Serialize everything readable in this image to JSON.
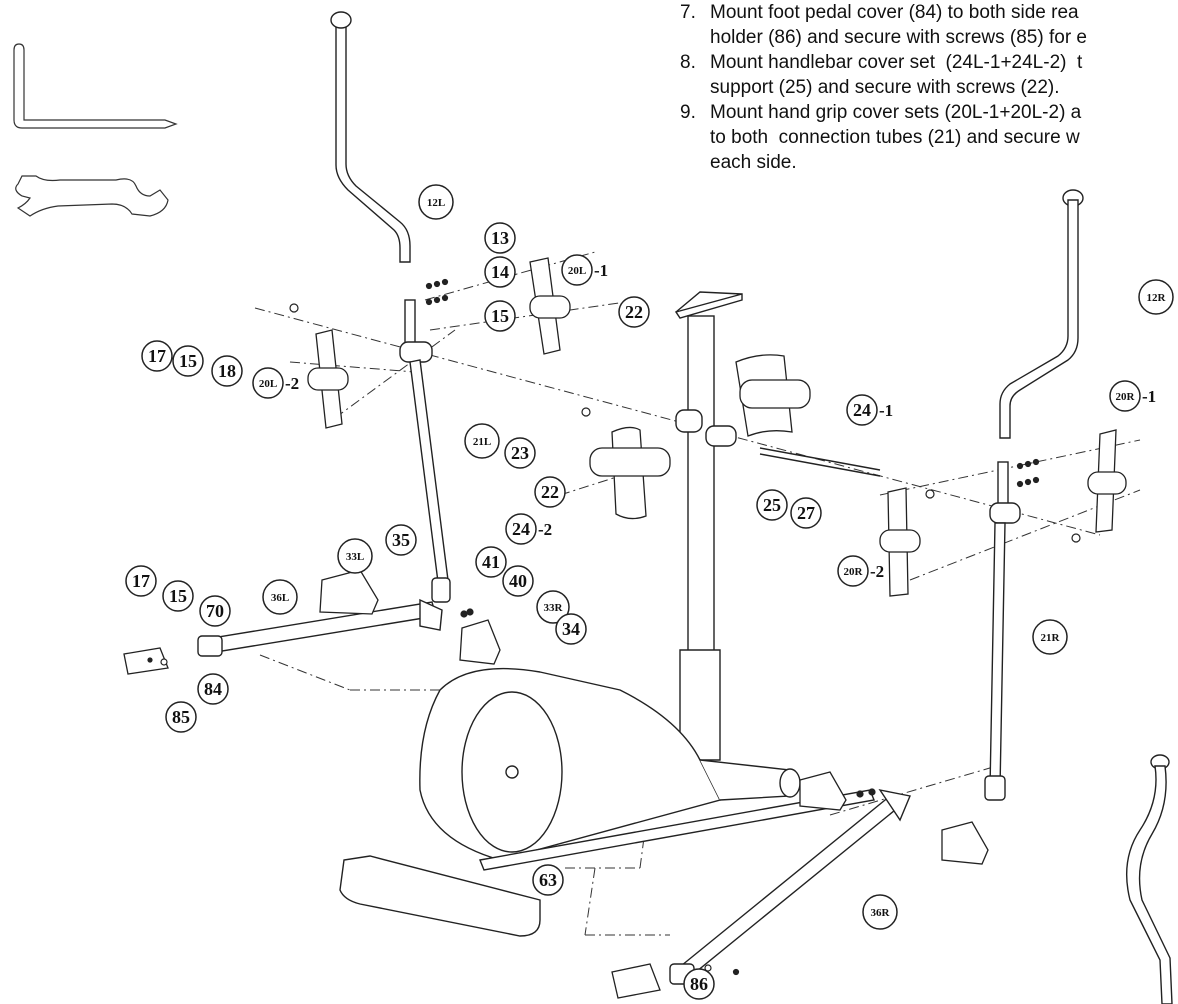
{
  "instructions": [
    {
      "num": "7.",
      "lines": [
        "Mount foot pedal cover (84) to both side rea",
        "holder (86) and secure with screws (85) for e"
      ]
    },
    {
      "num": "8.",
      "lines": [
        "Mount handlebar cover set  (24L-1+24L-2)  t",
        "support (25) and secure with screws (22)."
      ]
    },
    {
      "num": "9.",
      "lines": [
        "Mount hand grip cover sets (20L-1+20L-2) a",
        "to both  connection tubes (21) and secure w",
        "each side."
      ]
    }
  ],
  "tools": [
    {
      "name": "allen-wrench-icon"
    },
    {
      "name": "open-end-wrench-icon"
    }
  ],
  "callouts": [
    {
      "id": "12l",
      "label": "12L"
    },
    {
      "id": "13",
      "label": "13"
    },
    {
      "id": "14",
      "label": "14"
    },
    {
      "id": "15a",
      "label": "15"
    },
    {
      "id": "20l1",
      "label": "20L",
      "suffix": "-1"
    },
    {
      "id": "22a",
      "label": "22"
    },
    {
      "id": "17a",
      "label": "17"
    },
    {
      "id": "15b",
      "label": "15"
    },
    {
      "id": "18",
      "label": "18"
    },
    {
      "id": "20l2",
      "label": "20L",
      "suffix": "-2"
    },
    {
      "id": "21l",
      "label": "21L"
    },
    {
      "id": "23",
      "label": "23"
    },
    {
      "id": "22b",
      "label": "22"
    },
    {
      "id": "24-2",
      "label": "24",
      "suffix": "-2"
    },
    {
      "id": "24-1",
      "label": "24",
      "suffix": "-1"
    },
    {
      "id": "25",
      "label": "25"
    },
    {
      "id": "27",
      "label": "27"
    },
    {
      "id": "12r",
      "label": "12R"
    },
    {
      "id": "20r1",
      "label": "20R",
      "suffix": "-1"
    },
    {
      "id": "20r2",
      "label": "20R",
      "suffix": "-2"
    },
    {
      "id": "21r",
      "label": "21R"
    },
    {
      "id": "33l",
      "label": "33L"
    },
    {
      "id": "35",
      "label": "35"
    },
    {
      "id": "41",
      "label": "41"
    },
    {
      "id": "40",
      "label": "40"
    },
    {
      "id": "33r",
      "label": "33R"
    },
    {
      "id": "34",
      "label": "34"
    },
    {
      "id": "17b",
      "label": "17"
    },
    {
      "id": "15c",
      "label": "15"
    },
    {
      "id": "70",
      "label": "70"
    },
    {
      "id": "36l",
      "label": "36L"
    },
    {
      "id": "84",
      "label": "84"
    },
    {
      "id": "85",
      "label": "85"
    },
    {
      "id": "63",
      "label": "63"
    },
    {
      "id": "36r",
      "label": "36R"
    },
    {
      "id": "86",
      "label": "86"
    }
  ]
}
